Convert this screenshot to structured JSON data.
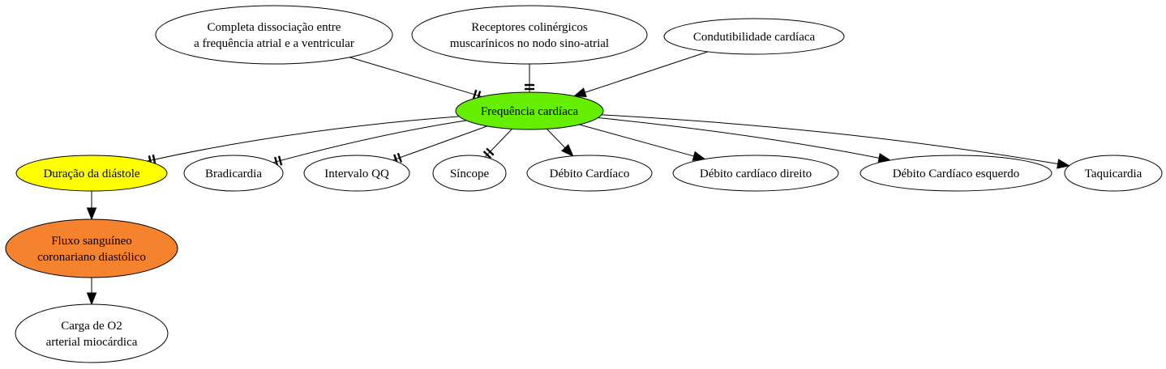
{
  "nodes": [
    {
      "id": "dissoc",
      "lines": [
        "Completa dissociação entre",
        "a frequência atrial e a ventricular"
      ],
      "fill": "#ffffff"
    },
    {
      "id": "recept",
      "lines": [
        "Receptores colinérgicos",
        "muscarínicos no nodo sino-atrial"
      ],
      "fill": "#ffffff"
    },
    {
      "id": "condut",
      "lines": [
        "Condutibilidade cardíaca"
      ],
      "fill": "#ffffff"
    },
    {
      "id": "freq",
      "lines": [
        "Frequência cardíaca"
      ],
      "fill": "#66ee00"
    },
    {
      "id": "diast",
      "lines": [
        "Duração da diástole"
      ],
      "fill": "#ffff00"
    },
    {
      "id": "bradi",
      "lines": [
        "Bradicardia"
      ],
      "fill": "#ffffff"
    },
    {
      "id": "qq",
      "lines": [
        "Intervalo QQ"
      ],
      "fill": "#ffffff"
    },
    {
      "id": "sinc",
      "lines": [
        "Síncope"
      ],
      "fill": "#ffffff"
    },
    {
      "id": "debito",
      "lines": [
        "Débito Cardíaco"
      ],
      "fill": "#ffffff"
    },
    {
      "id": "debdir",
      "lines": [
        "Débito cardíaco direito"
      ],
      "fill": "#ffffff"
    },
    {
      "id": "debesq",
      "lines": [
        "Débito Cardíaco esquerdo"
      ],
      "fill": "#ffffff"
    },
    {
      "id": "taqui",
      "lines": [
        "Taquicardia"
      ],
      "fill": "#ffffff"
    },
    {
      "id": "fluxo",
      "lines": [
        "Fluxo sanguíneo",
        "coronariano diastólico"
      ],
      "fill": "#f5822d"
    },
    {
      "id": "carga",
      "lines": [
        "Carga de O2",
        "arterial miocárdica"
      ],
      "fill": "#ffffff"
    }
  ],
  "edges": [
    {
      "from": "dissoc",
      "to": "freq",
      "type": "negative"
    },
    {
      "from": "recept",
      "to": "freq",
      "type": "negative"
    },
    {
      "from": "condut",
      "to": "freq",
      "type": "positive"
    },
    {
      "from": "freq",
      "to": "diast",
      "type": "negative"
    },
    {
      "from": "freq",
      "to": "bradi",
      "type": "negative"
    },
    {
      "from": "freq",
      "to": "qq",
      "type": "negative"
    },
    {
      "from": "freq",
      "to": "sinc",
      "type": "negative"
    },
    {
      "from": "freq",
      "to": "debito",
      "type": "positive"
    },
    {
      "from": "freq",
      "to": "debdir",
      "type": "positive"
    },
    {
      "from": "freq",
      "to": "debesq",
      "type": "positive"
    },
    {
      "from": "freq",
      "to": "taqui",
      "type": "positive"
    },
    {
      "from": "diast",
      "to": "fluxo",
      "type": "positive"
    },
    {
      "from": "fluxo",
      "to": "carga",
      "type": "positive"
    }
  ]
}
